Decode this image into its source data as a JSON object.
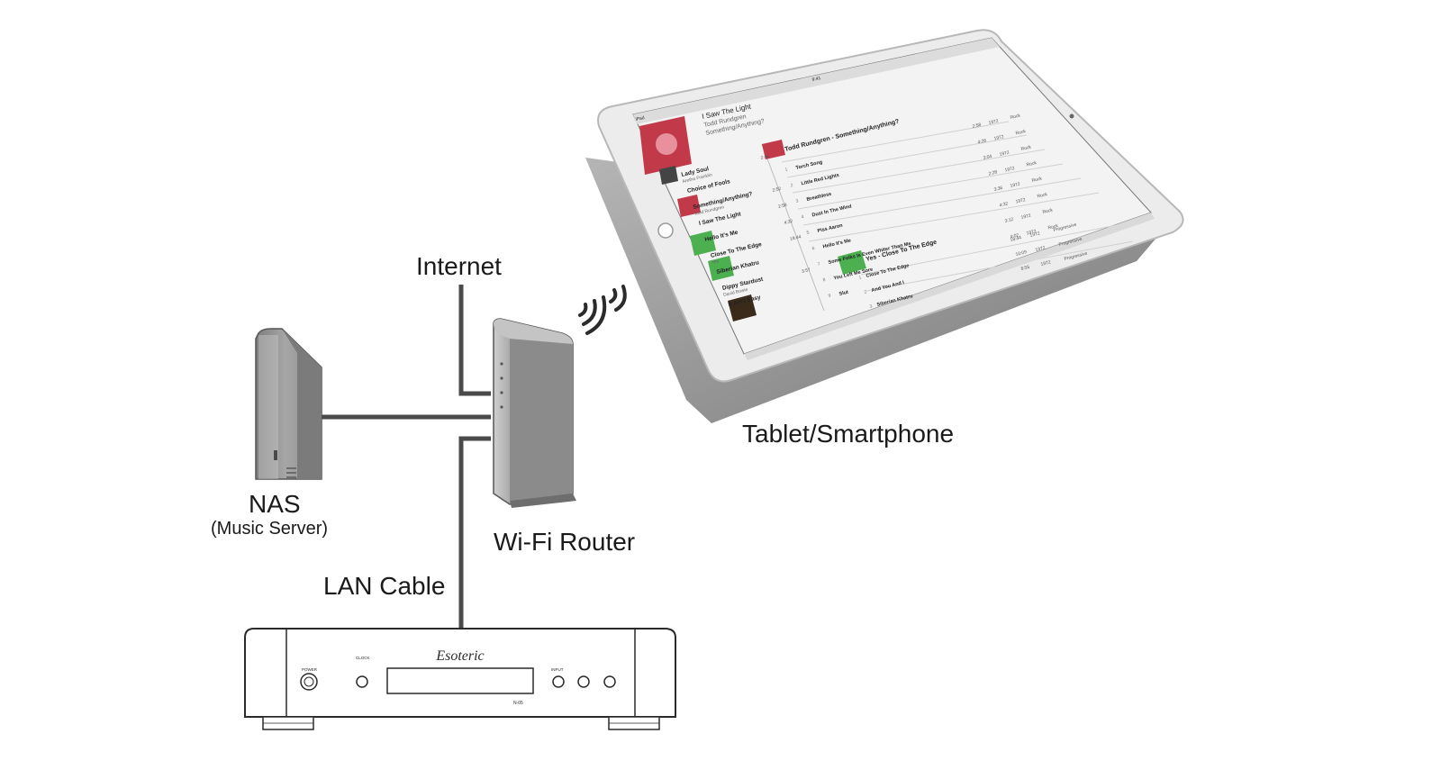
{
  "labels": {
    "internet": "Internet",
    "tablet": "Tablet/Smartphone",
    "nas_title": "NAS",
    "nas_subtitle": "(Music Server)",
    "router": "Wi-Fi Router",
    "lan_cable": "LAN Cable"
  },
  "tablet_screen": {
    "status_left": "iPad",
    "status_center": "9:41",
    "now_playing_title": "I Saw The Light",
    "now_playing_artist": "Todd Rundgren",
    "now_playing_album": "Something/Anything?",
    "album_header_1": "Todd Rundgren - Something/Anything?",
    "album_header_2": "Yes - Close To The Edge",
    "queue": [
      {
        "title": "Lady Soul",
        "sub": "Aretha Franklin",
        "time": "2:46"
      },
      {
        "title": "Choice of Fools",
        "sub": "",
        "time": ""
      },
      {
        "title": "Something/Anything?",
        "sub": "Todd Rundgren",
        "time": "2:52"
      },
      {
        "title": "I Saw The Light",
        "sub": "",
        "time": "2:58"
      },
      {
        "title": "Hello It's Me",
        "sub": "",
        "time": "4:32"
      },
      {
        "title": "Close To The Edge",
        "sub": "Yes",
        "time": "18:44"
      },
      {
        "title": "Siberian Khatru",
        "sub": "",
        "time": ""
      },
      {
        "title": "Dippy Stardust",
        "sub": "David Bowie",
        "time": "3:57"
      },
      {
        "title": "It Ain't Easy",
        "sub": "",
        "time": ""
      }
    ],
    "tracks_a": [
      {
        "no": "1",
        "title": "Torch Song",
        "time": "2:58",
        "year": "1972",
        "genre": "Rock"
      },
      {
        "no": "2",
        "title": "Little Red Lights",
        "time": "4:26",
        "year": "1972",
        "genre": "Rock"
      },
      {
        "no": "3",
        "title": "Breathless",
        "time": "3:04",
        "year": "1972",
        "genre": "Rock"
      },
      {
        "no": "4",
        "title": "Dust In The Wind",
        "time": "2:28",
        "year": "1972",
        "genre": "Rock"
      },
      {
        "no": "5",
        "title": "Piss Aaron",
        "time": "3:36",
        "year": "1972",
        "genre": "Rock"
      },
      {
        "no": "6",
        "title": "Hello It's Me",
        "time": "4:32",
        "year": "1972",
        "genre": "Rock"
      },
      {
        "no": "7",
        "title": "Some Folks Is Even Whiter Than Me",
        "time": "3:12",
        "year": "1972",
        "genre": "Rock"
      },
      {
        "no": "8",
        "title": "You Left Me Sore",
        "time": "4:02",
        "year": "1972",
        "genre": "Rock"
      },
      {
        "no": "9",
        "title": "Slut",
        "time": "",
        "year": "",
        "genre": ""
      }
    ],
    "tracks_b": [
      {
        "no": "1",
        "title": "Close To The Edge",
        "time": "18:44",
        "year": "1972",
        "genre": "Progressive"
      },
      {
        "no": "2",
        "title": "And You And I",
        "time": "10:09",
        "year": "1972",
        "genre": "Progressive"
      },
      {
        "no": "3",
        "title": "Siberian Khatru",
        "time": "8:55",
        "year": "1972",
        "genre": "Progressive"
      }
    ]
  },
  "device": {
    "brand": "Esoteric",
    "model": "N-05",
    "knob_labels": [
      "POWER",
      "CLOCK",
      "INPUT"
    ]
  },
  "colors": {
    "cable": "#4a4a4a",
    "device_fill": "#9b9b9b",
    "device_dark": "#6e6e6e",
    "tablet_frame": "#e6e6e6",
    "tablet_shadow": "#8c8c8c",
    "screen_bg": "#f2f2f2",
    "album_red": "#c23a4a",
    "album_green": "#4caf50"
  }
}
